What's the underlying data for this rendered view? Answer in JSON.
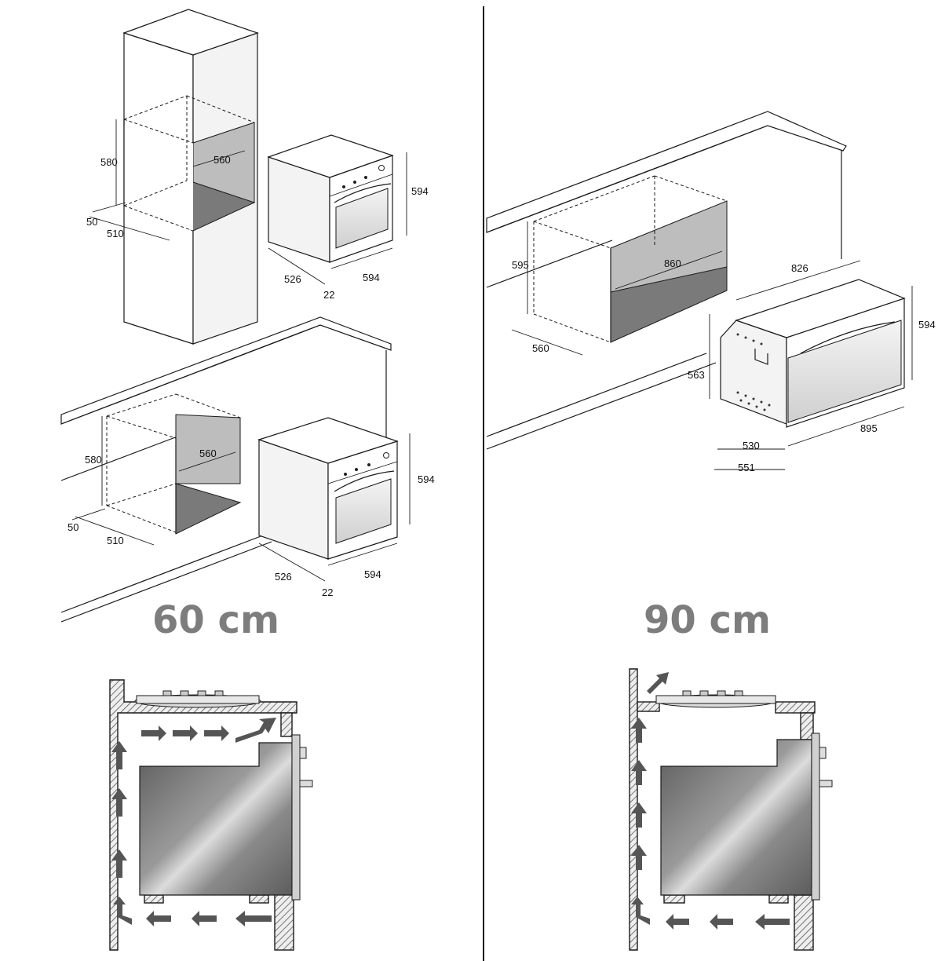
{
  "panels": [
    {
      "label": "60 cm",
      "tall_unit": {
        "niche_height": "580",
        "niche_width": "560",
        "front_gap": "50",
        "niche_depth": "510"
      },
      "tall_oven": {
        "height": "594",
        "depth": "526",
        "front": "22",
        "width": "594"
      },
      "under_counter": {
        "niche_height": "580",
        "niche_width": "560",
        "front_gap": "50",
        "niche_depth": "510"
      },
      "counter_oven": {
        "height": "594",
        "depth": "526",
        "front": "22",
        "width": "594"
      }
    },
    {
      "label": "90 cm",
      "under_counter": {
        "niche_height": "595",
        "niche_width": "860",
        "niche_depth": "560"
      },
      "oven": {
        "width_top": "826",
        "height": "594",
        "side_height": "563",
        "depth_body": "530",
        "depth_total": "551",
        "width": "895"
      }
    }
  ],
  "colors": {
    "niche_light": "#bdbdbd",
    "niche_dark": "#7a7a7a",
    "oven_body_dark": "#6a6a6a",
    "arrow": "#555555",
    "label": "#7d7d7d"
  }
}
